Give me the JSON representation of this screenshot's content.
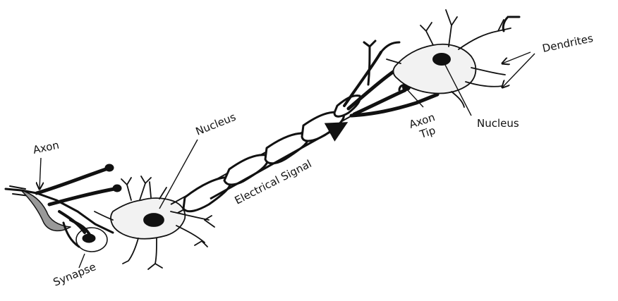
{
  "labels": {
    "axon": "Axon",
    "synapse": "Synapse",
    "nucleus_left": "Nucleus",
    "electrical_signal": "Electrical Signal",
    "axon_tip": "Axon Tip",
    "nucleus_right": "Nucleus",
    "dendrites": "Dendrites"
  }
}
